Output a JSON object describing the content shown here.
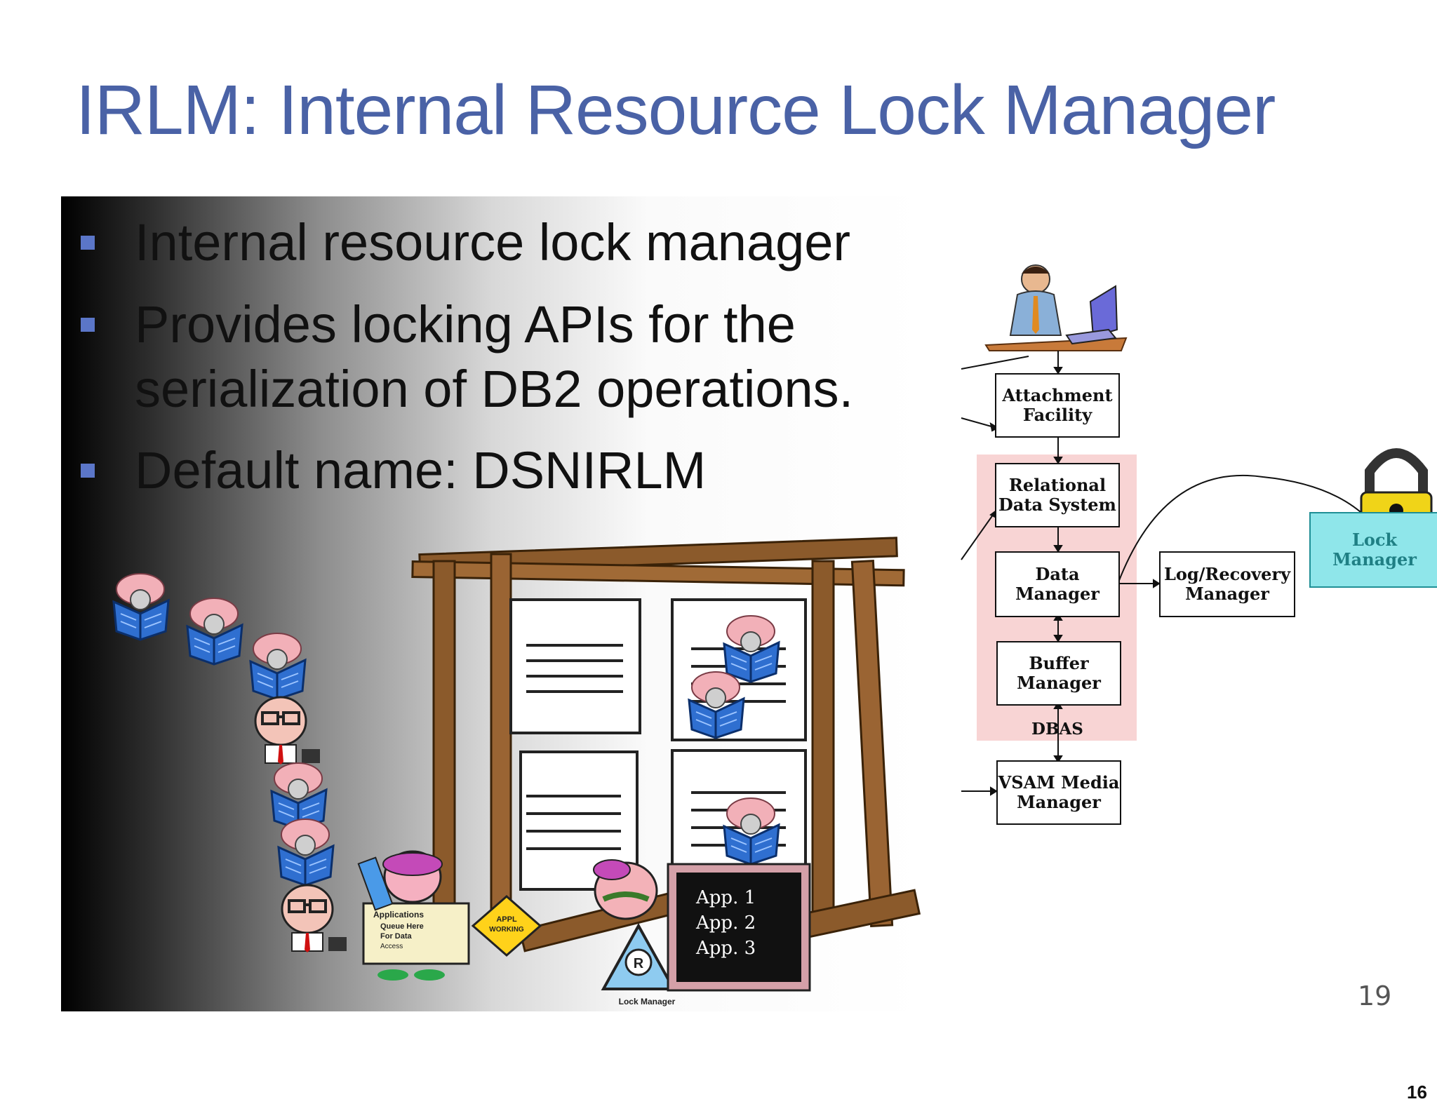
{
  "slide": {
    "title": "IRLM: Internal Resource Lock Manager",
    "bullets": [
      {
        "line1": "Internal resource lock manager",
        "line2": ""
      },
      {
        "line1": "Provides locking APIs for the",
        "line2": "serialization of DB2 operations."
      },
      {
        "line1": "Default name: DSNIRLM",
        "line2": ""
      }
    ],
    "slide_number": "19",
    "page_number": "16"
  },
  "diagram": {
    "boxes": {
      "attachment": {
        "line1": "Attachment",
        "line2": "Facility"
      },
      "relational": {
        "line1": "Relational",
        "line2": "Data System"
      },
      "data_manager": {
        "line1": "Data",
        "line2": "Manager"
      },
      "buffer": {
        "line1": "Buffer",
        "line2": "Manager"
      },
      "vsam": {
        "line1": "VSAM Media",
        "line2": "Manager"
      },
      "log_recovery": {
        "line1": "Log/Recovery",
        "line2": "Manager"
      },
      "lock_manager": {
        "line1": "Lock",
        "line2": "Manager"
      }
    },
    "dbas_label": "DBAS",
    "region_color": "#f8d4d4",
    "lock_color": "#8fe6ea"
  },
  "illustration": {
    "chalkboard": [
      "App. 1",
      "App. 2",
      "App. 3"
    ],
    "sign_text": [
      "Applications",
      "Queue Here",
      "For Data",
      "Access"
    ],
    "warning_sign": [
      "APPL",
      "WORKING"
    ],
    "mascot_label": "Lock Manager"
  },
  "colors": {
    "title": "#4a62a6",
    "bullet_square": "#5b76c8",
    "wood": "#8b5a2b",
    "book_blue": "#2f6fd0",
    "brain_pink": "#f2b0b8"
  }
}
